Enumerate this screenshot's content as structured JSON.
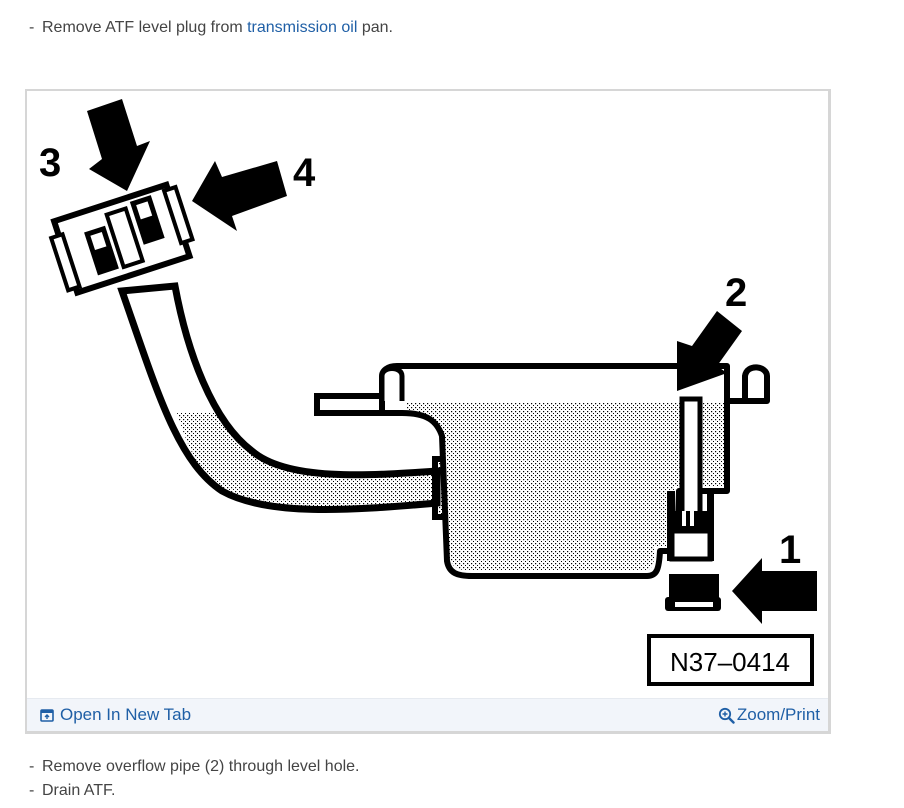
{
  "steps_before": [
    {
      "dash": "-",
      "text_before": "Remove ATF level plug from ",
      "link_text": "transmission oil",
      "text_after": " pan."
    }
  ],
  "figure": {
    "callouts": [
      "1",
      "2",
      "3",
      "4"
    ],
    "reference_code": "N37-0414",
    "reference_code_display": "N37–0414",
    "footer": {
      "open_new_tab_label": "Open In New Tab",
      "open_new_tab_icon": "open-in-new-tab-icon",
      "zoom_print_label": "Zoom/Print",
      "zoom_print_icon": "zoom-in-icon"
    }
  },
  "steps_after": [
    {
      "dash": "-",
      "text": "Remove overflow pipe (2) through level hole."
    },
    {
      "dash": "-",
      "text": "Drain ATF."
    }
  ],
  "colors": {
    "text": "#444444",
    "link": "#1f5fa6",
    "footer_bg": "#f2f5fa",
    "frame_border": "#d6d6d6"
  }
}
